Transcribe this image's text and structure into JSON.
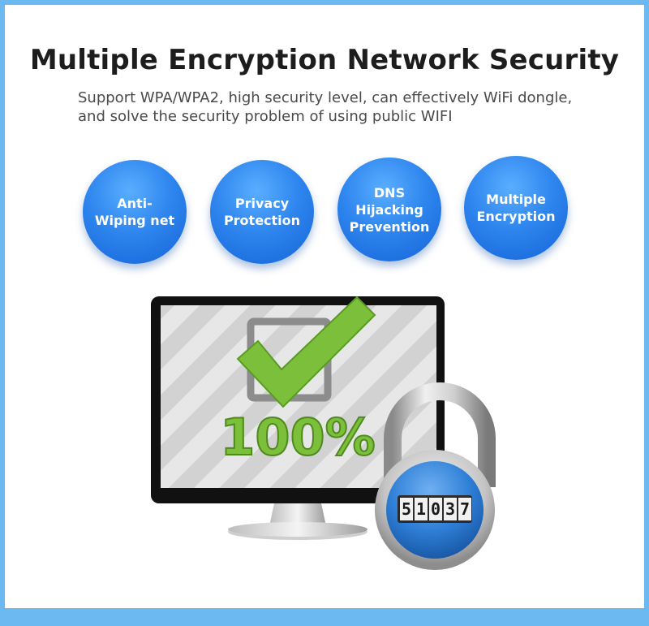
{
  "header": {
    "title": "Multiple Encryption Network Security",
    "subtitle": "Support WPA/WPA2, high security level, can effectively WiFi dongle,\nand solve the security problem of using public WIFI"
  },
  "features": [
    {
      "label": "Anti-\nWiping net"
    },
    {
      "label": "Privacy\nProtection"
    },
    {
      "label": "DNS Hijacking\nPrevention"
    },
    {
      "label": "Multiple\nEncryption"
    }
  ],
  "illustration": {
    "percent_text": "100%",
    "lock_digits": [
      "5",
      "1",
      "0",
      "3",
      "7"
    ]
  },
  "colors": {
    "frame": "#6cb8f0",
    "circle": "#2f86ee",
    "check": "#7bbf3a",
    "monitor": "#111111"
  },
  "icons": [
    "monitor-icon",
    "checkmark-icon",
    "padlock-icon"
  ]
}
